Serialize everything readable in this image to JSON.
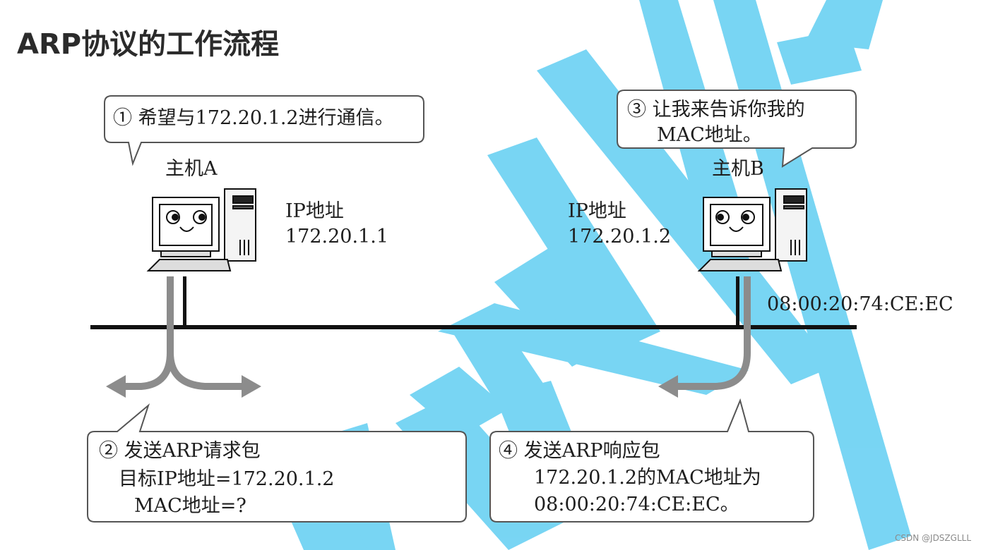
{
  "title": "ARP协议的工作流程",
  "bubbles": {
    "step1": "① 希望与172.20.1.2进行通信。",
    "step2": [
      "② 发送ARP请求包",
      "目标IP地址=172.20.1.2",
      "MAC地址=?"
    ],
    "step3": [
      "③ 让我来告诉你我的",
      "MAC地址。"
    ],
    "step4": [
      "④ 发送ARP响应包",
      "172.20.1.2的MAC地址为",
      "08:00:20:74:CE:EC。"
    ]
  },
  "hosts": {
    "a": {
      "label": "主机A",
      "ip_label": "IP地址",
      "ip": "172.20.1.1"
    },
    "b": {
      "label": "主机B",
      "ip_label": "IP地址",
      "ip": "172.20.1.2",
      "mac": "08:00:20:74:CE:EC"
    }
  },
  "watermark": "CSDN @JDSZGLLL",
  "colors": {
    "overlay": "#4cc7f0",
    "line": "#111111",
    "arrow": "#8c8c8c"
  }
}
